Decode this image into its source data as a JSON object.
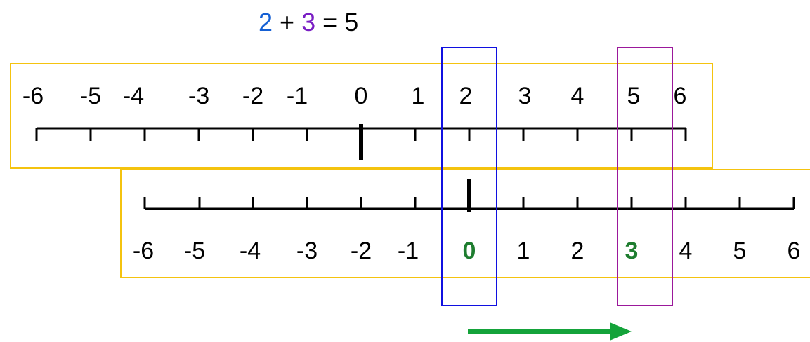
{
  "equation": {
    "first": "2",
    "plus": "+",
    "second": "3",
    "equals": "=",
    "result": "5"
  },
  "top_line": {
    "labels": [
      "-6",
      "-5",
      "-4",
      "-3",
      "-2",
      "-1",
      "0",
      "1",
      "2",
      "3",
      "4",
      "5",
      "6"
    ],
    "emphasized_label": "0"
  },
  "bottom_line": {
    "labels": [
      "-6",
      "-5",
      "-4",
      "-3",
      "-2",
      "-1",
      "0",
      "1",
      "2",
      "3",
      "4",
      "5",
      "6"
    ],
    "emphasized_label": "0",
    "highlighted_labels": [
      "0",
      "3"
    ]
  },
  "colors": {
    "first_addend": "#1560d4",
    "second_addend": "#7a1fc4",
    "frame": "#f4c30f",
    "blue_box": "#1010e0",
    "purple_box": "#9b189b",
    "highlight_text": "#1e7d2f",
    "arrow": "#14a33a",
    "line": "#000000"
  },
  "arrow": {
    "direction": "right"
  }
}
